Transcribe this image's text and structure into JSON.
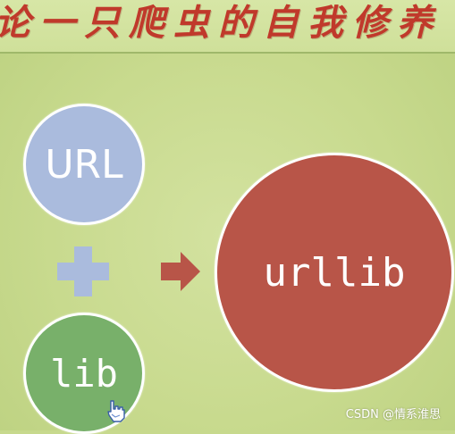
{
  "title": "论一只爬虫的自我修养",
  "diagram": {
    "url_label": "URL",
    "lib_label": "lib",
    "result_label": "urllib"
  },
  "colors": {
    "background": "#c7d98d",
    "title": "#c0392b",
    "url_circle": "#aabbdd",
    "lib_circle": "#78b06a",
    "urllib_circle": "#b85548",
    "plus": "#aabbdd",
    "arrow": "#b85548"
  },
  "icons": {
    "plus": "plus-icon",
    "arrow": "arrow-right-icon",
    "cursor": "hand-cursor-icon"
  },
  "watermark": "CSDN @情系淮思"
}
